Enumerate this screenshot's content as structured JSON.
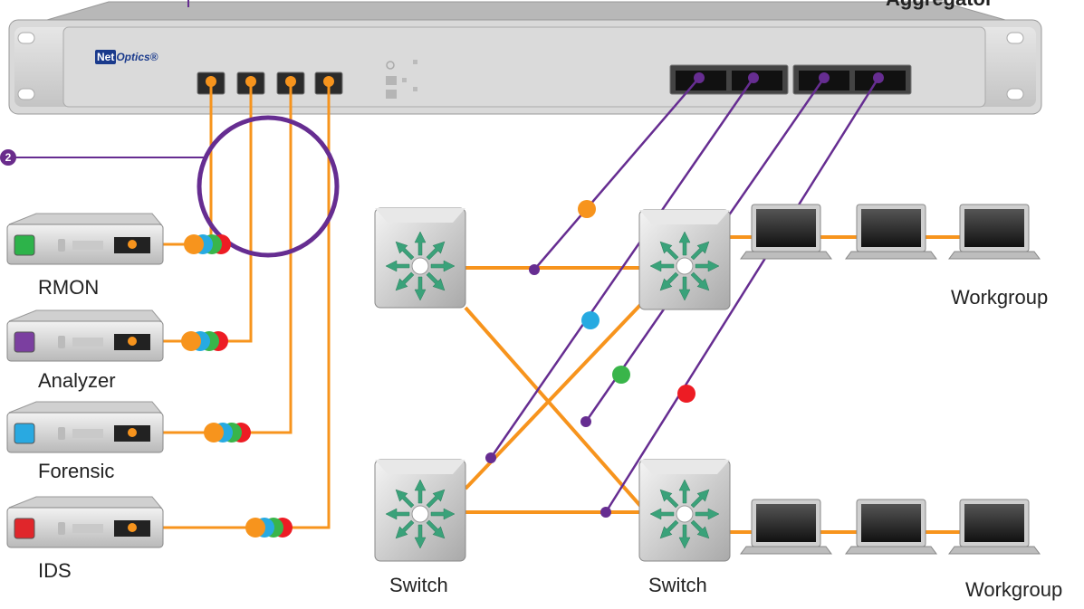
{
  "logo": {
    "net": "Net",
    "optics": "Optics",
    "mark": "®"
  },
  "callout_number": "2",
  "top_right_text": "Aggregator",
  "devices": [
    {
      "name": "RMON",
      "accent": "#2db34a"
    },
    {
      "name": "Analyzer",
      "accent": "#7b3fa0"
    },
    {
      "name": "Forensic",
      "accent": "#29a9e1"
    },
    {
      "name": "IDS",
      "accent": "#e0262b"
    }
  ],
  "switch_labels": [
    "Switch",
    "Switch"
  ],
  "workgroup_labels": [
    "Workgroup",
    "Workgroup"
  ],
  "colors": {
    "orange": "#f7941d",
    "purple": "#662d91",
    "blue": "#27aae1",
    "green": "#39b54a",
    "red": "#ed1c24",
    "switch_arrow": "#3aa27a"
  }
}
